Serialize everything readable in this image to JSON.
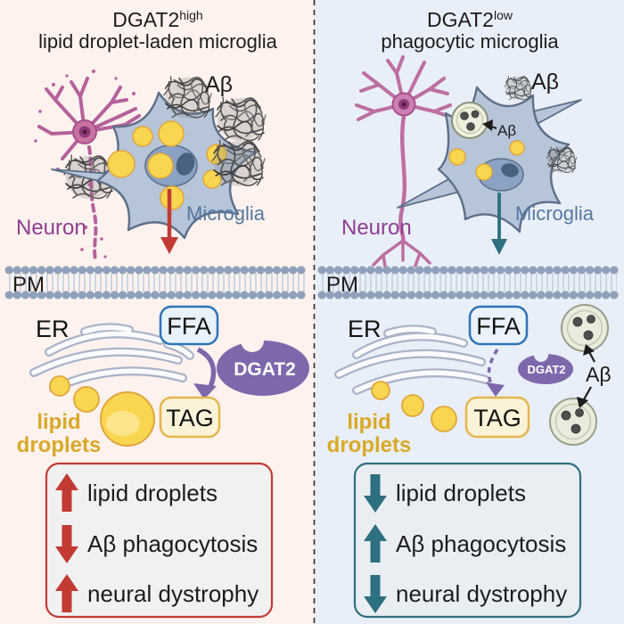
{
  "colors": {
    "left_bg": "#fdf2ee",
    "right_bg": "#e9eff8",
    "left_accent": "#c13b33",
    "right_accent": "#2e6f80",
    "enzyme_purple": "#7e68ab",
    "droplet_yellow": "#f9d64f",
    "droplet_label_gold": "#d9a826",
    "microglia_fill": "#b6c5d8",
    "microglia_label_blue": "#54789f",
    "neuron_label_purple": "#8e3e91",
    "membrane_bead_gray": "#8fa1ba"
  },
  "left": {
    "title_gene": "DGAT2",
    "title_sup": "high",
    "title_line2": "lipid droplet-laden microglia",
    "abeta_label": "Aβ",
    "neuron_label": "Neuron",
    "microglia_label": "Microglia",
    "pm_label": "PM",
    "er_label": "ER",
    "ffa_label": "FFA",
    "enzyme_label": "DGAT2",
    "tag_label": "TAG",
    "droplets_label_1": "lipid",
    "droplets_label_2": "droplets",
    "summary": [
      {
        "dir": "up",
        "text": "lipid droplets"
      },
      {
        "dir": "down",
        "text": "Aβ phagocytosis"
      },
      {
        "dir": "up",
        "text": "neural dystrophy"
      }
    ]
  },
  "right": {
    "title_gene": "DGAT2",
    "title_sup": "low",
    "title_line2": "phagocytic microglia",
    "abeta_label": "Aβ",
    "abeta_phagosome_label": "Aβ",
    "abeta_mid_label": "Aβ",
    "neuron_label": "Neuron",
    "microglia_label": "Microglia",
    "pm_label": "PM",
    "er_label": "ER",
    "ffa_label": "FFA",
    "enzyme_label": "DGAT2",
    "tag_label": "TAG",
    "droplets_label_1": "lipid",
    "droplets_label_2": "droplets",
    "summary": [
      {
        "dir": "down",
        "text": "lipid droplets"
      },
      {
        "dir": "up",
        "text": "Aβ phagocytosis"
      },
      {
        "dir": "down",
        "text": "neural dystrophy"
      }
    ]
  }
}
